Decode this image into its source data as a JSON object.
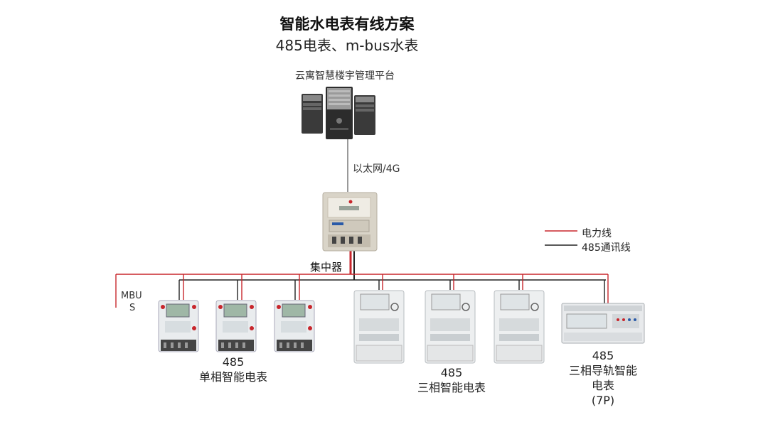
{
  "title": "智能水电表有线方案",
  "subtitle": "485电表、m-bus水表",
  "platform_label": "云寓智慧楼宇管理平台",
  "link_label": "以太网/4G",
  "concentrator_label": "集中器",
  "legend": {
    "power_line": "电力线",
    "comm_line": "485通讯线"
  },
  "mbus_label_line1": "MBU",
  "mbus_label_line2": "S",
  "groups": {
    "single_phase": {
      "line1": "485",
      "line2": "单相智能电表"
    },
    "three_phase": {
      "line1": "485",
      "line2": "三相智能电表"
    },
    "din_rail": {
      "line1": "485",
      "line2": "三相导轨智能",
      "line3": "电表",
      "line4": "(7P)"
    }
  },
  "colors": {
    "power": "#c8262c",
    "comm": "#222222"
  }
}
